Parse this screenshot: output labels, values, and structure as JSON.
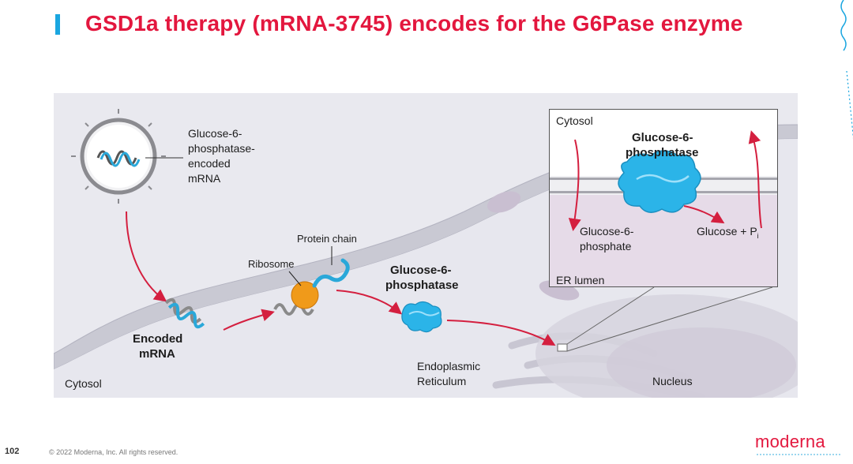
{
  "header": {
    "title": "GSD1a therapy (mRNA-3745) encodes for the G6Pase enzyme",
    "accent_color": "#1aa6e0",
    "title_color": "#e3173e"
  },
  "diagram": {
    "labels": {
      "lnp_mrna": [
        "Glucose-6-",
        "phosphatase-",
        "encoded",
        "mRNA"
      ],
      "encoded_mrna": [
        "Encoded",
        "mRNA"
      ],
      "ribosome": "Ribosome",
      "protein_chain": "Protein chain",
      "enzyme_mid": [
        "Glucose-6-",
        "phosphatase"
      ],
      "er": [
        "Endoplasmic",
        "Reticulum"
      ],
      "nucleus": "Nucleus",
      "cytosol_main": "Cytosol"
    },
    "inset": {
      "cytosol": "Cytosol",
      "enzyme": [
        "Glucose-6-",
        "phosphatase"
      ],
      "substrate": [
        "Glucose-6-",
        "phosphate"
      ],
      "product": "Glucose + P",
      "product_sub": "i",
      "er_lumen": "ER lumen"
    }
  },
  "footer": {
    "page_number": "102",
    "copyright": "© 2022 Moderna, Inc. All rights reserved.",
    "brand": "moderna"
  }
}
